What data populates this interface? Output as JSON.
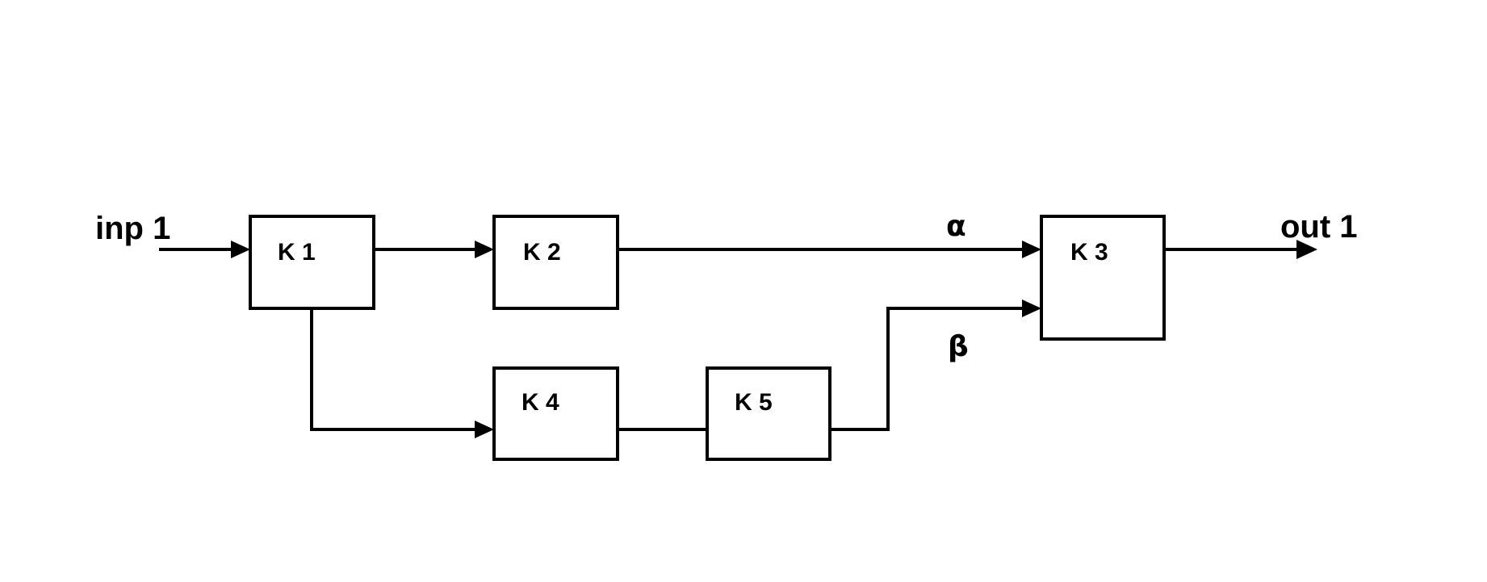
{
  "diagram": {
    "input_label": "inp 1",
    "output_label": "out 1",
    "blocks": {
      "k1": "K 1",
      "k2": "K 2",
      "k3": "K 3",
      "k4": "K 4",
      "k5": "K 5"
    },
    "signals": {
      "alpha": "α",
      "beta": "β"
    }
  }
}
